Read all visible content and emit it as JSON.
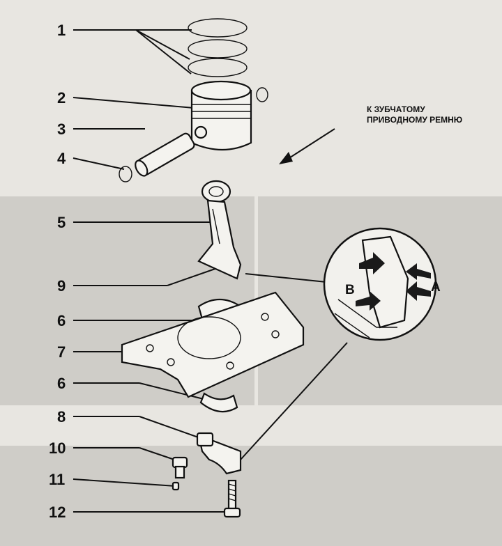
{
  "callouts": {
    "n1": "1",
    "n2": "2",
    "n3": "3",
    "n4": "4",
    "n5": "5",
    "n9": "9",
    "n6a": "6",
    "n7": "7",
    "n6b": "6",
    "n8": "8",
    "n10": "10",
    "n11": "11",
    "n12": "12"
  },
  "belt_label": {
    "line1": "К ЗУБЧАТОМУ",
    "line2": "ПРИВОДНОМУ РЕМНЮ"
  },
  "detail": {
    "left": "B",
    "right": "A"
  },
  "colors": {
    "ink": "#111111",
    "paper": "#e8e6e1",
    "shade": "#cfcdc8",
    "arrow_fill": "#1a1a1a"
  }
}
